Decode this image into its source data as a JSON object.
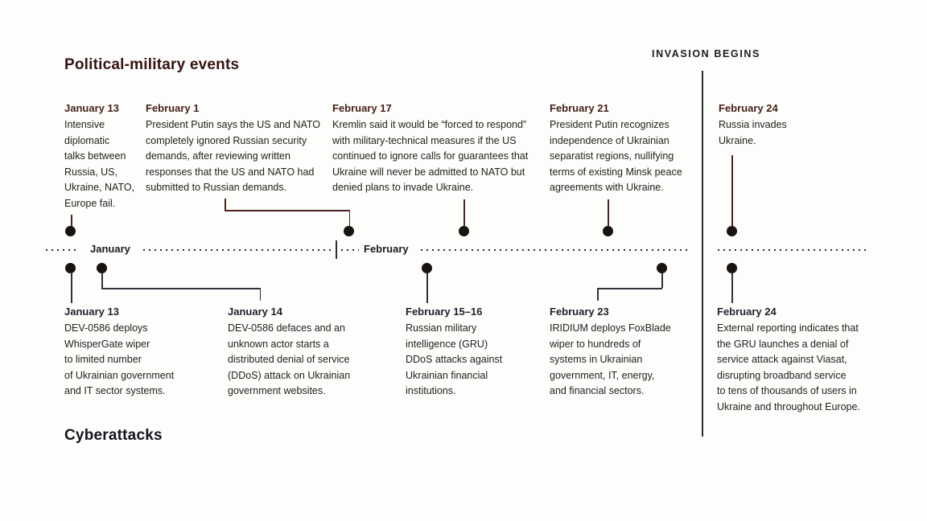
{
  "colors": {
    "background": "#fdfdfc",
    "top_accent": "#4a241c",
    "top_title": "#351511",
    "top_date": "#47211a",
    "bottom_accent": "#2e323c",
    "bottom_title": "#13151b",
    "bottom_date": "#1d222b",
    "body_text": "#24201d",
    "dot": "#161310",
    "timeline_dots": "#2b2b2b"
  },
  "timeline": {
    "invasion_label": "INVASION BEGINS",
    "month_labels": [
      "January",
      "February"
    ]
  },
  "top_section": {
    "title": "Political-military events",
    "events": [
      {
        "date": "January 13",
        "text": [
          "Intensive",
          "diplomatic",
          "talks between",
          "Russia, US,",
          "Ukraine, NATO,",
          "Europe fail."
        ]
      },
      {
        "date": "February 1",
        "text": [
          "President Putin says the US and NATO",
          "completely ignored Russian security",
          "demands, after reviewing written",
          "responses that the US and NATO had",
          "submitted to Russian demands."
        ]
      },
      {
        "date": "February 17",
        "text": [
          "Kremlin said it would be “forced to respond”",
          "with military-technical measures if the US",
          "continued to ignore calls for guarantees that",
          "Ukraine will never be admitted to NATO but",
          "denied plans to invade Ukraine."
        ]
      },
      {
        "date": "February 21",
        "text": [
          "President Putin recognizes",
          "independence of Ukrainian",
          "separatist regions, nullifying",
          "terms of existing Minsk peace",
          "agreements with Ukraine."
        ]
      },
      {
        "date": "February 24",
        "text": [
          "Russia invades",
          "Ukraine."
        ]
      }
    ]
  },
  "bottom_section": {
    "title": "Cyberattacks",
    "events": [
      {
        "date": "January 13",
        "text": [
          "DEV-0586 deploys",
          "WhisperGate wiper",
          "to limited number",
          "of Ukrainian government",
          "and IT sector systems."
        ]
      },
      {
        "date": "January 14",
        "text": [
          "DEV-0586 defaces and an",
          "unknown actor starts a",
          "distributed denial of service",
          "(DDoS) attack on Ukrainian",
          "government websites."
        ]
      },
      {
        "date": "February 15–16",
        "text": [
          "Russian military",
          "intelligence (GRU)",
          "DDoS attacks against",
          "Ukrainian financial",
          "institutions."
        ]
      },
      {
        "date": "February 23",
        "text": [
          "IRIDIUM deploys FoxBlade",
          "wiper to hundreds of",
          "systems in Ukrainian",
          "government, IT, energy,",
          "and financial sectors."
        ]
      },
      {
        "date": "February 24",
        "text": [
          "External reporting indicates that",
          "the GRU launches a denial of",
          "service attack against Viasat,",
          "disrupting broadband service",
          "to tens of thousands of users in",
          "Ukraine and throughout Europe."
        ]
      }
    ]
  }
}
